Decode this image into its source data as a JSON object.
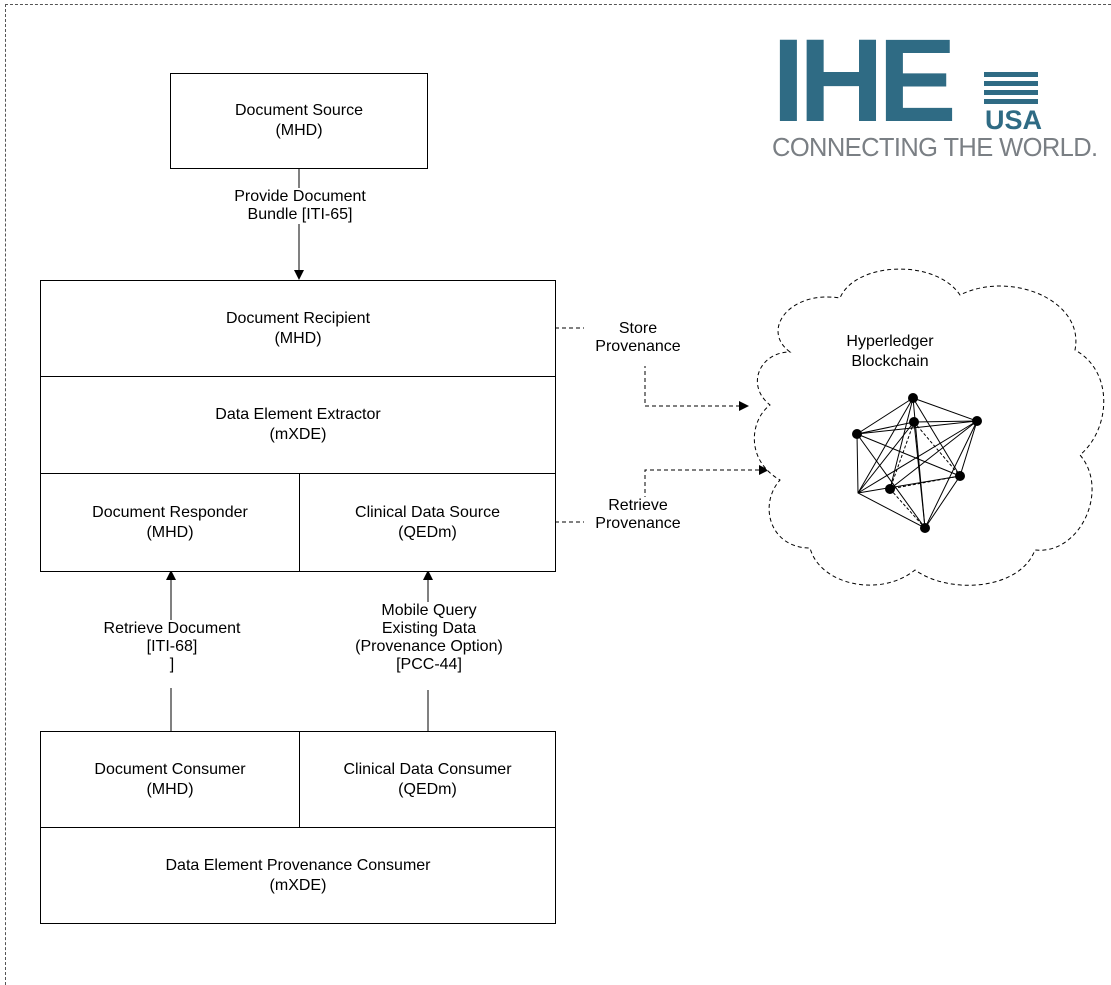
{
  "logo": {
    "letters": "IHE",
    "usa": "USA",
    "tagline": "CONNECTING THE WORLD."
  },
  "nodes": {
    "document_source": {
      "name": "Document Source",
      "profile": "(MHD)"
    },
    "document_recipient": {
      "name": "Document Recipient",
      "profile": "(MHD)"
    },
    "data_element_extractor": {
      "name": "Data Element Extractor",
      "profile": "(mXDE)"
    },
    "document_responder": {
      "name": "Document Responder",
      "profile": "(MHD)"
    },
    "clinical_data_source": {
      "name": "Clinical Data Source",
      "profile": "(QEDm)"
    },
    "document_consumer": {
      "name": "Document Consumer",
      "profile": "(MHD)"
    },
    "clinical_data_consumer": {
      "name": "Clinical Data Consumer",
      "profile": "(QEDm)"
    },
    "data_element_provenance_consumer": {
      "name": "Data Element Provenance Consumer",
      "profile": "(mXDE)"
    }
  },
  "transactions": {
    "provide_document_bundle": [
      "Provide Document",
      "Bundle [ITI-65]"
    ],
    "retrieve_document": [
      "Retrieve Document",
      "[ITI-68]",
      "]"
    ],
    "mobile_query": [
      "Mobile Query",
      "Existing Data",
      "(Provenance Option)",
      "[PCC-44]"
    ],
    "store_provenance": [
      "Store",
      "Provenance"
    ],
    "retrieve_provenance": [
      "Retrieve",
      "Provenance"
    ]
  },
  "cloud": {
    "title": [
      "Hyperledger",
      "Blockchain"
    ]
  },
  "colors": {
    "logo_blue": "#2f6b84",
    "logo_gray": "#7a7f84"
  }
}
